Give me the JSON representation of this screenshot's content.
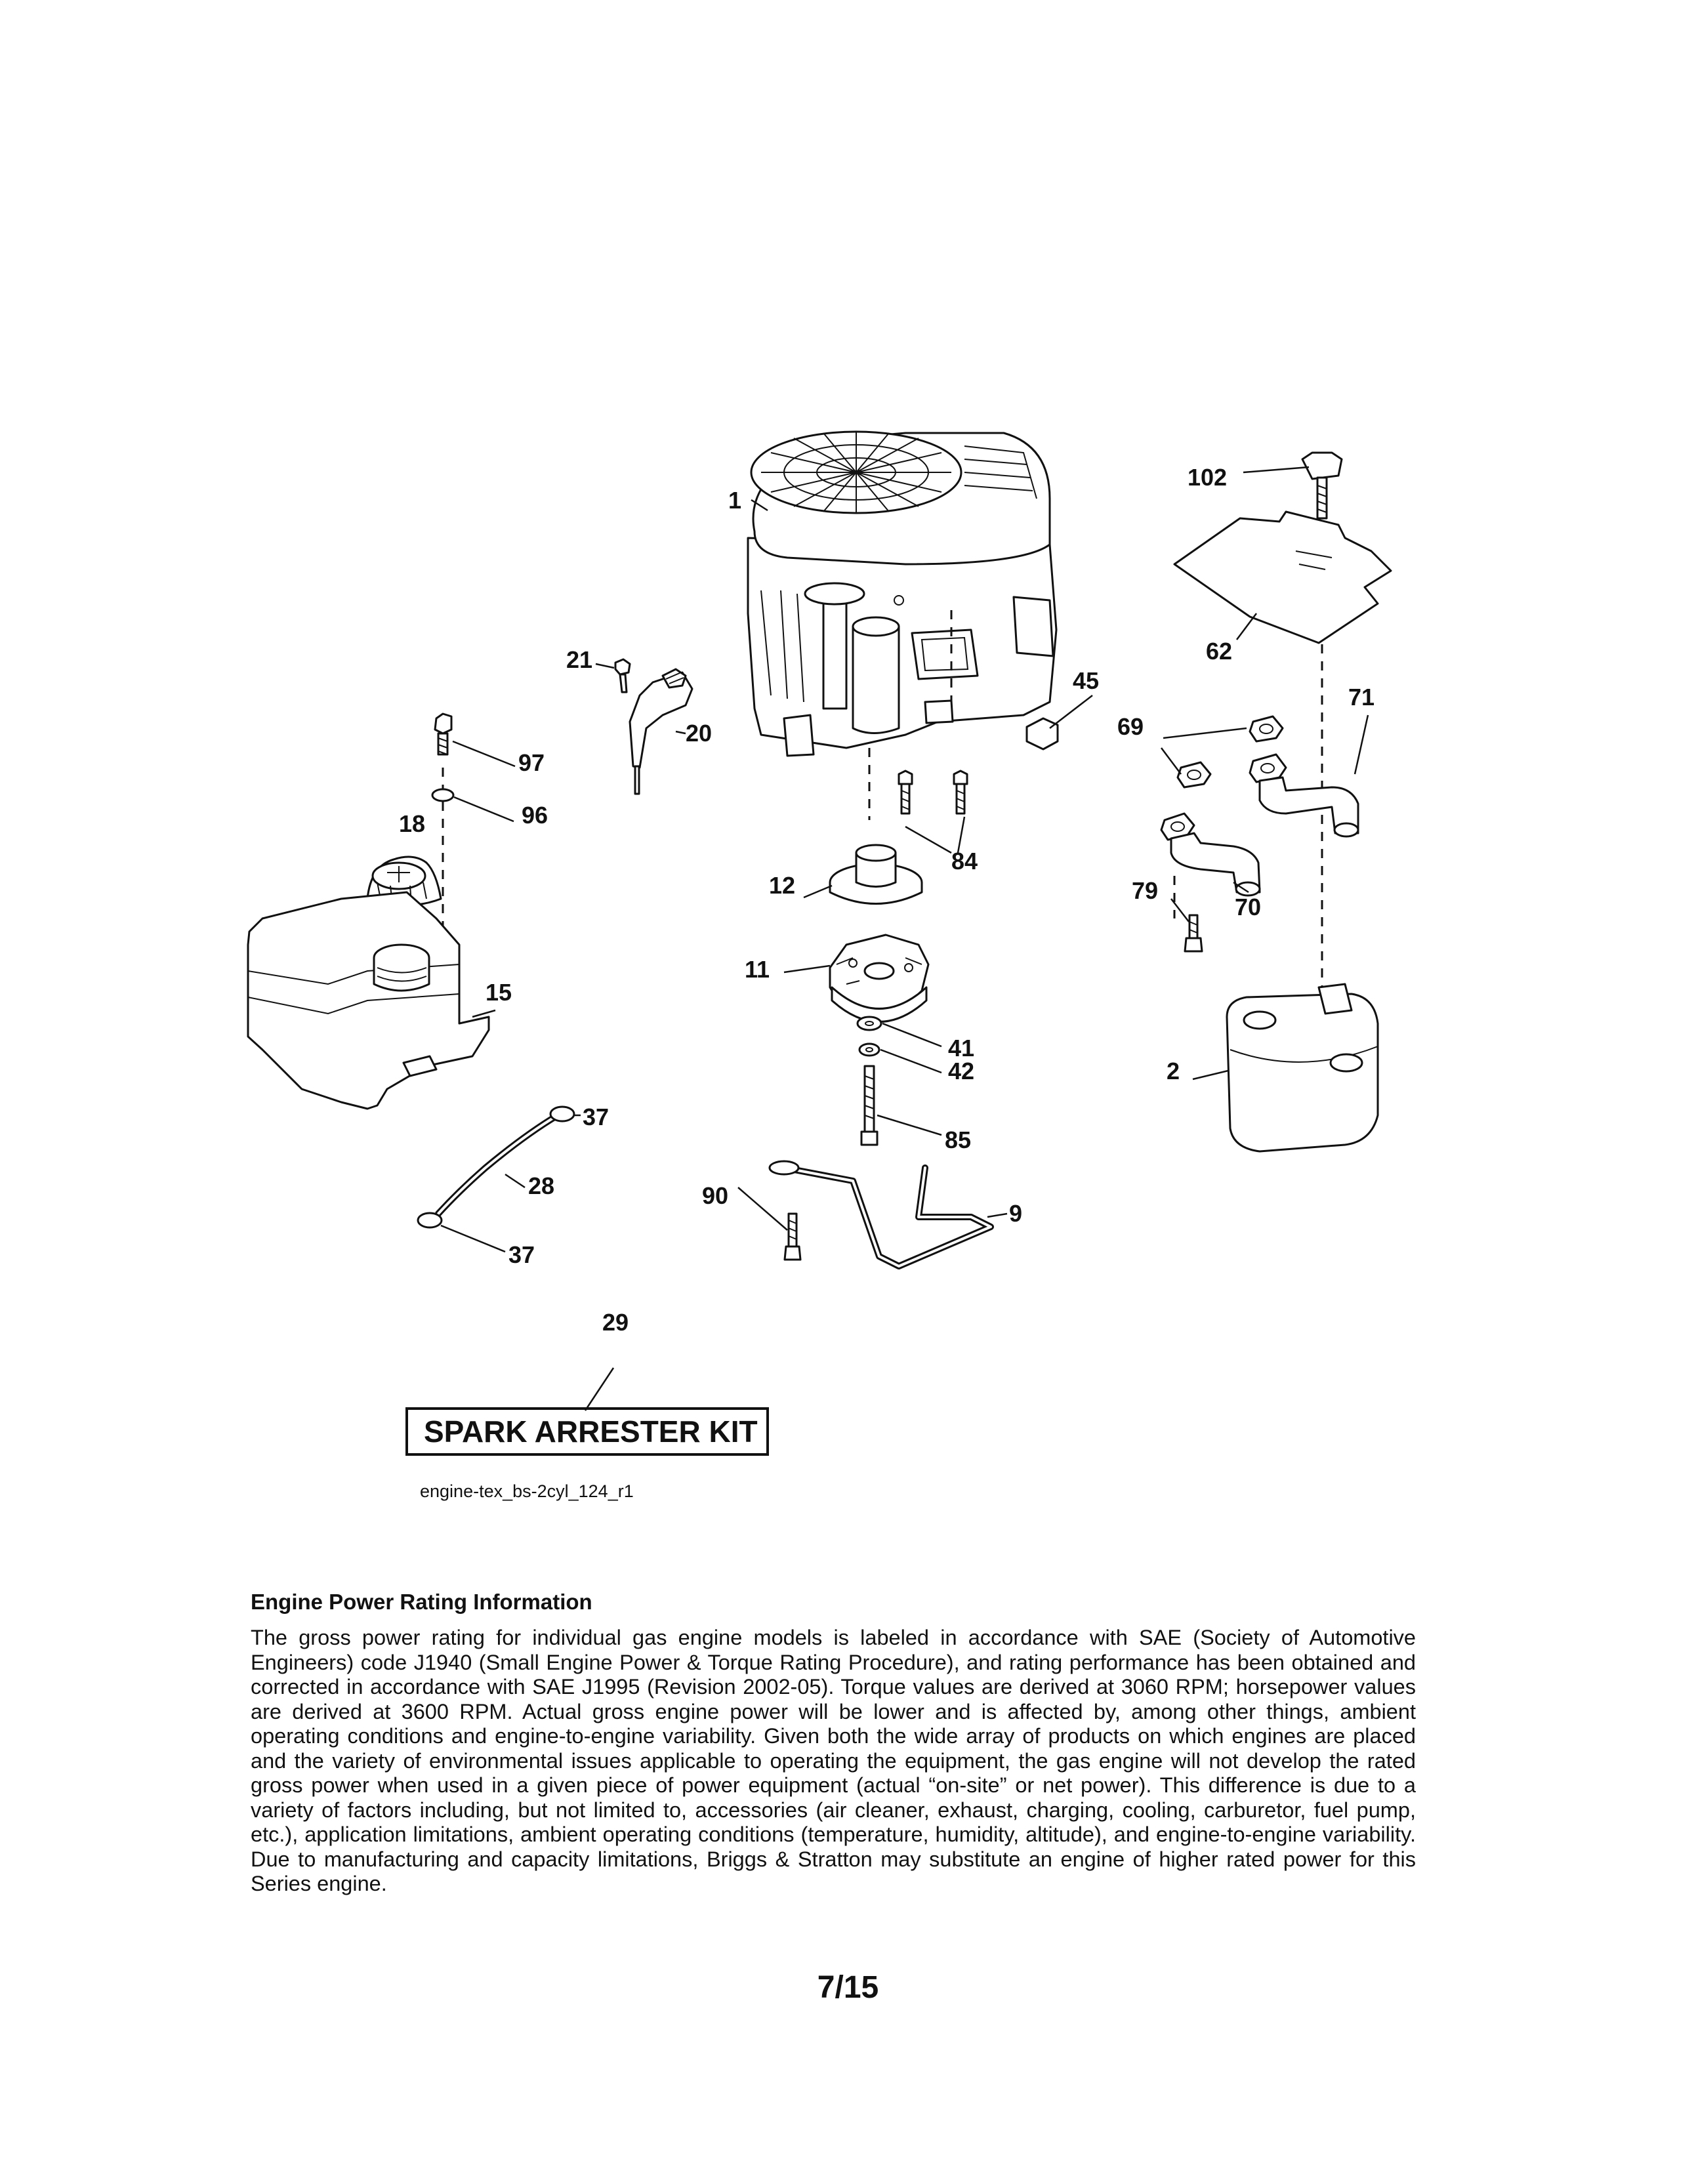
{
  "diagram": {
    "callouts": [
      "1",
      "102",
      "62",
      "45",
      "71",
      "69",
      "21",
      "20",
      "97",
      "96",
      "84",
      "18",
      "12",
      "79",
      "70",
      "11",
      "15",
      "41",
      "2",
      "42",
      "37",
      "85",
      "28",
      "90",
      "9",
      "37",
      "29"
    ],
    "kit_label": "SPARK ARRESTER KIT",
    "code": "engine-tex_bs-2cyl_124_r1"
  },
  "section": {
    "title": "Engine Power Rating Information",
    "body": "The gross power rating for individual gas engine models is labeled in accordance with SAE (Society of Automotive Engineers) code J1940 (Small Engine Power & Torque Rating Procedure), and rating performance has been obtained and corrected in accordance with SAE J1995 (Revision 2002-05). Torque values are derived at 3060 RPM; horsepower values are derived at 3600 RPM. Actual gross engine power will be lower and is affected by, among other things, ambient operating conditions and engine-to-engine variability. Given both the wide array of products on which engines are placed and the variety of environmental issues applicable to operating the equipment, the gas engine will not develop the rated gross power when used in a given piece of power equipment (actual “on-site” or net power). This difference is due to a variety of factors including, but not limited to, accessories (air cleaner, exhaust, charging, cooling, carburetor, fuel pump, etc.), application limitations, ambient operating conditions (temperature, humidity, altitude), and engine-to-engine variability. Due to manufacturing and capacity limitations, Briggs & Stratton may substitute an engine of higher rated power for this Series engine."
  },
  "page_number": "7/15"
}
